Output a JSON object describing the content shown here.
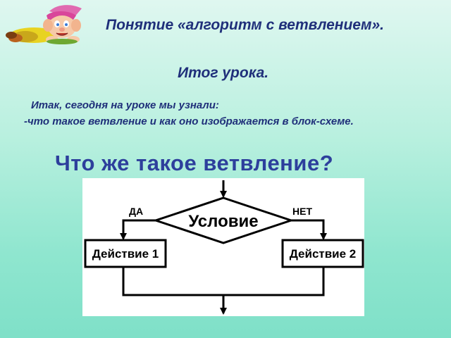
{
  "slide": {
    "title": "Понятие «алгоритм с ветвлением».",
    "summary_heading": "Итог урока.",
    "intro_line": "Итак, сегодня на уроке мы узнали:",
    "learned_line": "-что такое ветвление и как оно изображается в блок-схеме.",
    "question": "Что же такое ветвление?"
  },
  "flowchart": {
    "condition_label": "Условие",
    "yes_label": "ДА",
    "no_label": "НЕТ",
    "action1_label": "Действие 1",
    "action2_label": "Действие 2"
  },
  "colors": {
    "heading_text": "#1f2f7a",
    "question_text": "#2d3f9c"
  }
}
